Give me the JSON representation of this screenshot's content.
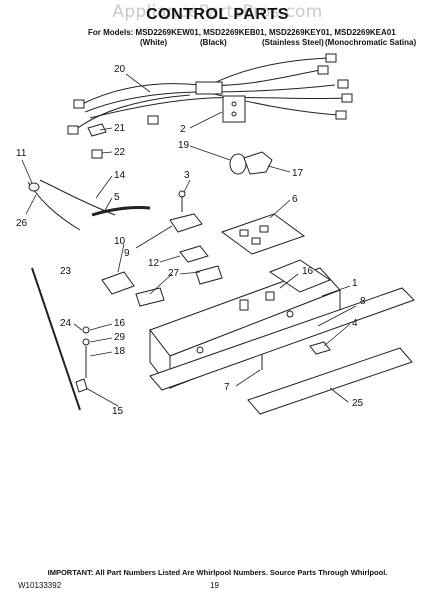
{
  "watermark": "AppliancePartsPros.com",
  "title": "CONTROL PARTS",
  "models_line": "For Models: MSD2269KEW01, MSD2269KEB01, MSD2269KEY01, MSD2269KEA01",
  "colors": [
    "(White)",
    "(Black)",
    "(Stainless Steel)",
    "(Monochromatic Satina)"
  ],
  "callouts": [
    "20",
    "21",
    "22",
    "2",
    "19",
    "17",
    "11",
    "14",
    "5",
    "26",
    "3",
    "6",
    "9",
    "10",
    "12",
    "27",
    "16",
    "1",
    "23",
    "8",
    "4",
    "24",
    "16",
    "29",
    "18",
    "7",
    "15",
    "25"
  ],
  "footer_note": "IMPORTANT: All Part Numbers Listed Are Whirlpool Numbers. Source Parts Through Whirlpool.",
  "doc_number": "W10133392",
  "page_number": "19"
}
